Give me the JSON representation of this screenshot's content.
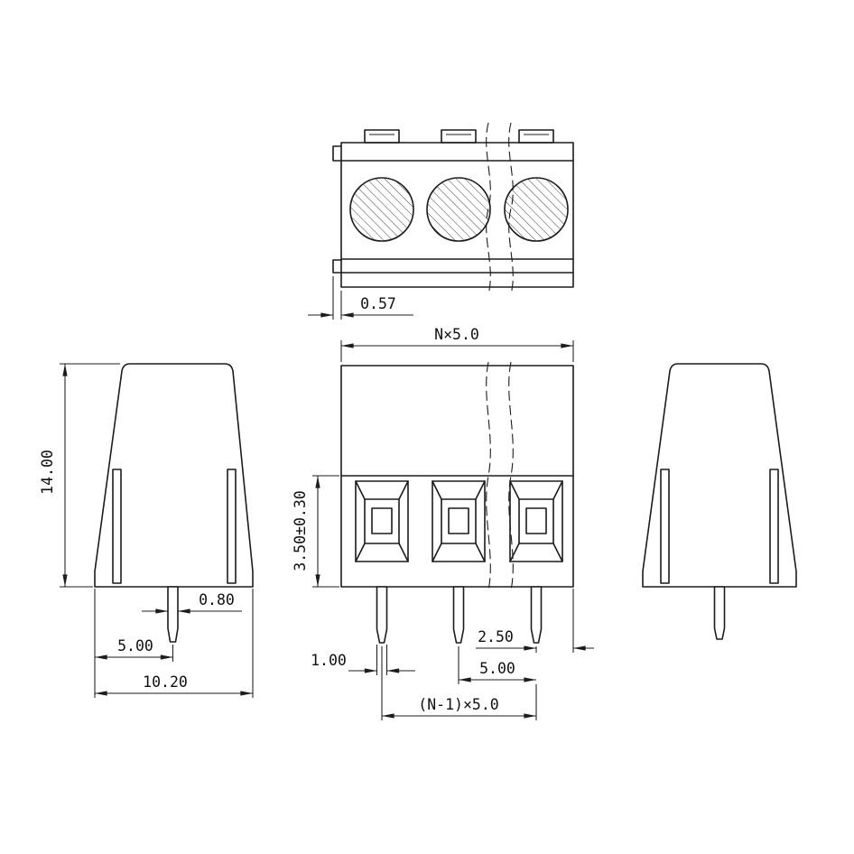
{
  "colors": {
    "line": "#1c1c1c",
    "background": "#ffffff",
    "text": "#111111"
  },
  "labels": {
    "top_offset": "0.57",
    "total_width": "N×5.0",
    "body_height": "14.00",
    "terminal_height": "3.50±0.30",
    "pin_width": "0.80",
    "pin_offset_side": "5.00",
    "body_depth": "10.20",
    "pin_thickness": "1.00",
    "pin_edge_offset": "2.50",
    "pin_pitch": "5.00",
    "pitch_span": "(N-1)×5.0"
  }
}
